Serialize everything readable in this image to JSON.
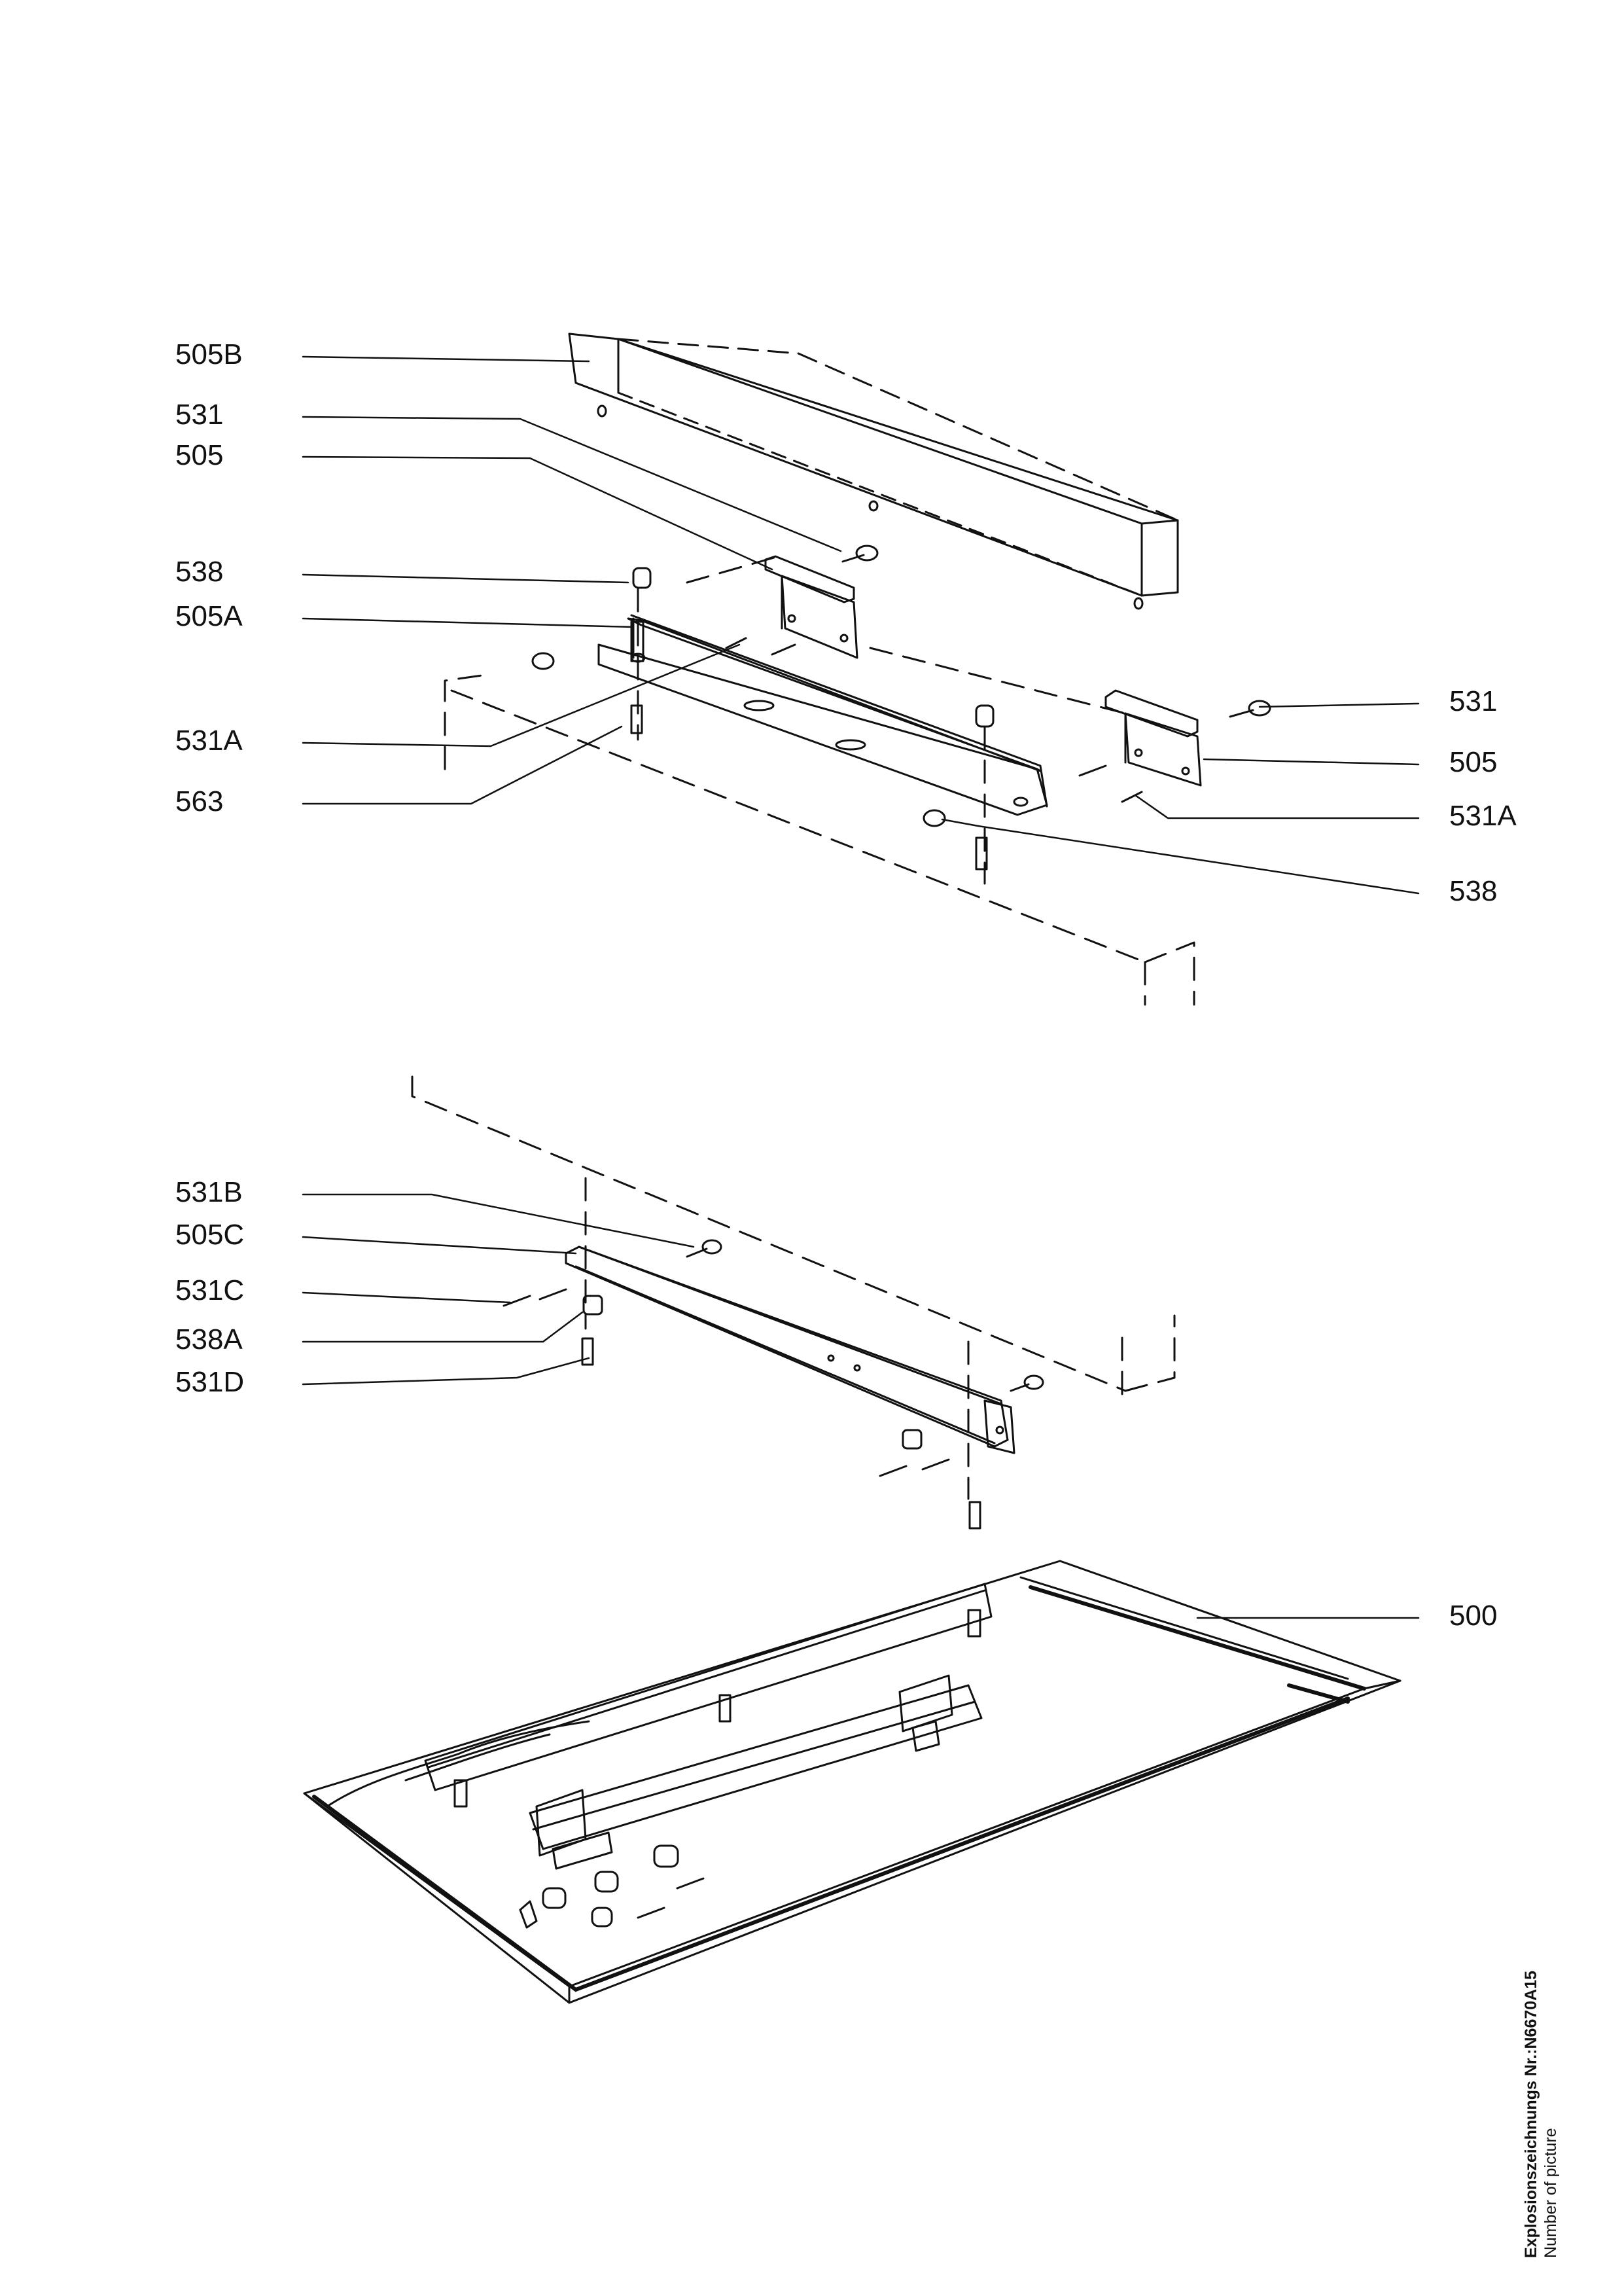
{
  "drawing": {
    "callouts": {
      "c505B": "505B",
      "c531_top": "531",
      "c505_top": "505",
      "c538_top": "538",
      "c505A": "505A",
      "c531A_left": "531A",
      "c563": "563",
      "c531_right": "531",
      "c505_right": "505",
      "c531A_right": "531A",
      "c538_right": "538",
      "c531B": "531B",
      "c505C": "505C",
      "c531C": "531C",
      "c538A": "538A",
      "c531D": "531D",
      "c500": "500"
    },
    "caption": {
      "title": "Explosionszeichnungs Nr.:N6670A15",
      "subtitle": "Number of picture"
    }
  }
}
